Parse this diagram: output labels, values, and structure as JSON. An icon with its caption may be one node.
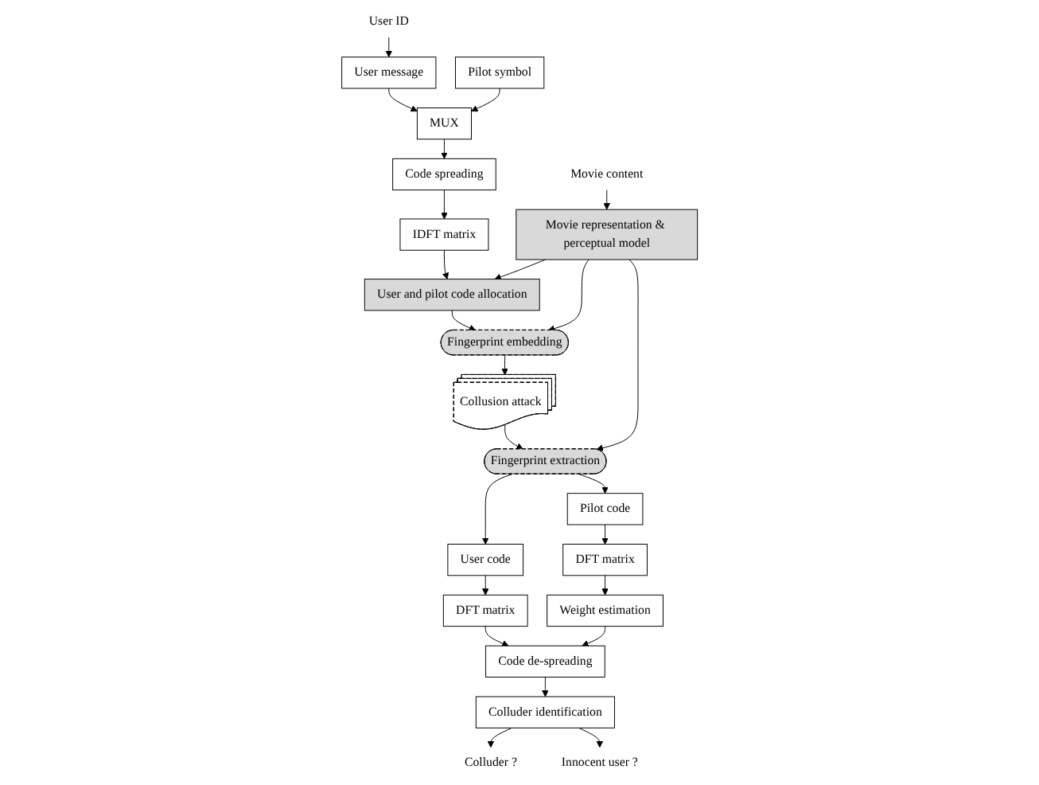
{
  "diagram": {
    "nodes": [
      {
        "text": [
          "User ID"
        ]
      },
      {
        "text": [
          "User message"
        ]
      },
      {
        "text": [
          "Pilot symbol"
        ]
      },
      {
        "text": [
          "MUX"
        ]
      },
      {
        "text": [
          "Code spreading"
        ]
      },
      {
        "text": [
          "IDFT matrix"
        ]
      },
      {
        "text": [
          "User and pilot code allocation"
        ]
      },
      {
        "text": [
          "Movie content"
        ]
      },
      {
        "text": [
          "Movie representation & perceptual model"
        ]
      },
      {
        "text": [
          "Fingerprint embedding"
        ]
      },
      {
        "text": [
          "Collusion attack"
        ]
      },
      {
        "text": [
          "Fingerprint extraction"
        ]
      },
      {
        "text": [
          "Colluder ?"
        ]
      },
      {
        "text": [
          "Innocent user ?"
        ]
      },
      {
        "text": [
          "Colluder identification"
        ]
      },
      {
        "text": [
          "User code"
        ]
      },
      {
        "text": [
          "DFT matrix"
        ]
      },
      {
        "text": [
          "Code de-spreading"
        ]
      },
      {
        "text": [
          "Pilot code"
        ]
      },
      {
        "text": [
          "DFT matrix"
        ]
      },
      {
        "text": [
          "Weight estimation"
        ]
      }
    ],
    "edges": [
      {
        "from": 0,
        "to": 1,
        "arrow": "to"
      },
      {
        "from": 1,
        "to": 3,
        "arrow": "to"
      },
      {
        "from": 2,
        "to": 3,
        "arrow": "to"
      },
      {
        "from": 3,
        "to": 4,
        "arrow": "to"
      },
      {
        "from": 4,
        "to": 5,
        "arrow": "to"
      },
      {
        "from": 5,
        "to": 6,
        "arrow": "to"
      },
      {
        "from": 8,
        "to": 6,
        "arrow": "to"
      },
      {
        "from": 6,
        "to": 9,
        "arrow": "to"
      },
      {
        "from": 7,
        "to": 8,
        "arrow": "to"
      },
      {
        "from": 8,
        "to": 9,
        "arrow": "to"
      },
      {
        "from": 9,
        "to": 10,
        "arrow": "to"
      },
      {
        "from": 10,
        "to": 11,
        "arrow": "to"
      },
      {
        "from": 8,
        "to": 11,
        "arrow": "to"
      },
      {
        "from": 11,
        "to": 15,
        "arrow": "to"
      },
      {
        "from": 11,
        "to": 18,
        "arrow": "to"
      },
      {
        "from": 15,
        "to": 16,
        "arrow": "to"
      },
      {
        "from": 16,
        "to": 17,
        "arrow": "to"
      },
      {
        "from": 18,
        "to": 19,
        "arrow": "to"
      },
      {
        "from": 19,
        "to": 20,
        "arrow": "to"
      },
      {
        "from": 20,
        "to": 17,
        "arrow": "to"
      },
      {
        "from": 17,
        "to": 14,
        "arrow": "to"
      },
      {
        "from": 14,
        "to": 12,
        "arrow": "to"
      },
      {
        "from": 14,
        "to": 13,
        "arrow": "to"
      }
    ]
  }
}
